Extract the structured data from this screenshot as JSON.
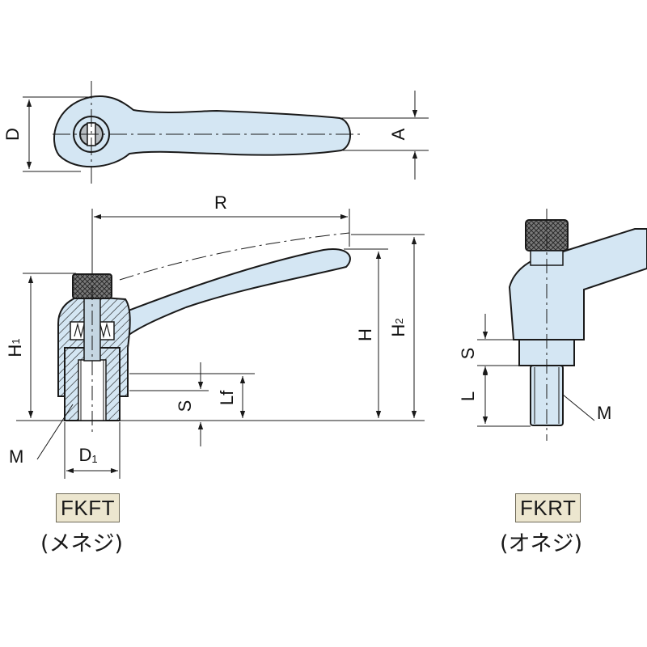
{
  "labels": {
    "D": "D",
    "A": "A",
    "R": "R",
    "H1_main": "H",
    "H1_sub": "1",
    "H": "H",
    "H2_main": "H",
    "H2_sub": "2",
    "S_left": "S",
    "Lf": "Lf",
    "M_left": "M",
    "D1_main": "D",
    "D1_sub": "1",
    "S_right": "S",
    "L": "L",
    "M_right": "M"
  },
  "variants": [
    {
      "code": "FKFT",
      "caption": "(メネジ)"
    },
    {
      "code": "FKRT",
      "caption": "(オネジ)"
    }
  ],
  "colors": {
    "body_fill": "#d4e6f3",
    "outline": "#1a1a1a",
    "knurl_fill": "#6b6b6b",
    "badge_fill": "#ece6cf"
  }
}
